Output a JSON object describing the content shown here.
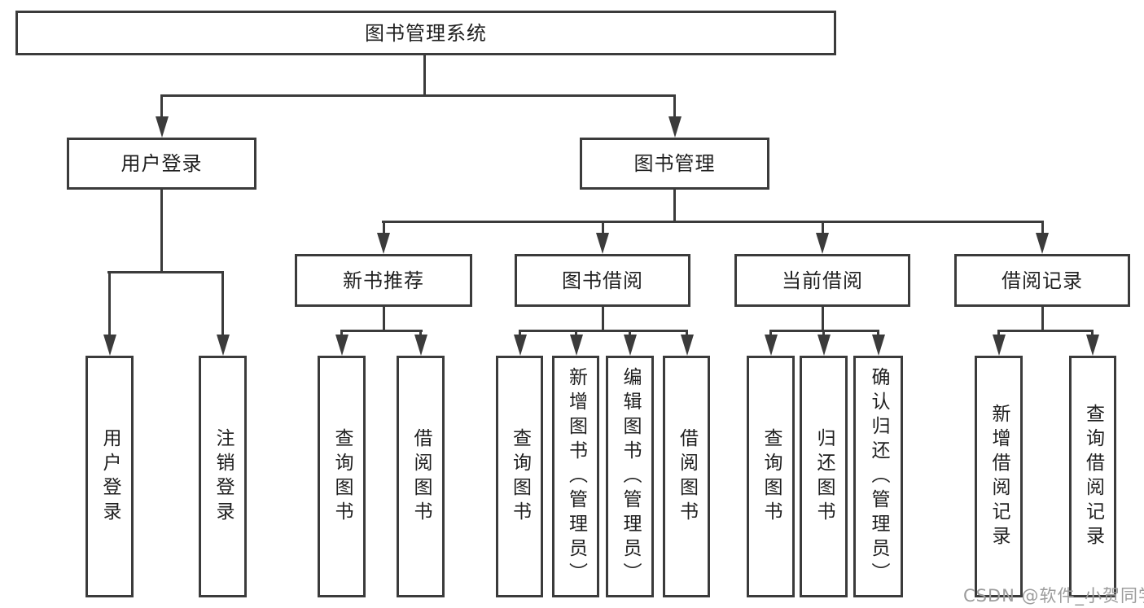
{
  "diagram": {
    "root": {
      "label": "图书管理系统"
    },
    "level1": [
      {
        "id": "user-login",
        "label": "用户登录"
      },
      {
        "id": "book-management",
        "label": "图书管理"
      }
    ],
    "level2": [
      {
        "id": "new-book-recommend",
        "parent": "book-management",
        "label": "新书推荐"
      },
      {
        "id": "book-borrow",
        "parent": "book-management",
        "label": "图书借阅"
      },
      {
        "id": "current-borrow",
        "parent": "book-management",
        "label": "当前借阅"
      },
      {
        "id": "borrow-records",
        "parent": "book-management",
        "label": "借阅记录"
      }
    ],
    "leaves": [
      {
        "parent": "user-login",
        "label": "用户登录"
      },
      {
        "parent": "user-login",
        "label": "注销登录"
      },
      {
        "parent": "new-book-recommend",
        "label": "查询图书"
      },
      {
        "parent": "new-book-recommend",
        "label": "借阅图书"
      },
      {
        "parent": "book-borrow",
        "label": "查询图书"
      },
      {
        "parent": "book-borrow",
        "label": "新增图书（管理员）"
      },
      {
        "parent": "book-borrow",
        "label": "编辑图书（管理员）"
      },
      {
        "parent": "book-borrow",
        "label": "借阅图书"
      },
      {
        "parent": "current-borrow",
        "label": "查询图书"
      },
      {
        "parent": "current-borrow",
        "label": "归还图书"
      },
      {
        "parent": "current-borrow",
        "label": "确认归还（管理员）"
      },
      {
        "parent": "borrow-records",
        "label": "新增借阅记录"
      },
      {
        "parent": "borrow-records",
        "label": "查询借阅记录"
      }
    ],
    "watermark": "CSDN @软件_小贺同学",
    "colors": {
      "line": "#3b3b3b",
      "text": "#1f1f1f",
      "box_background": "#ffffff",
      "watermark": "#9c9c9c"
    }
  }
}
